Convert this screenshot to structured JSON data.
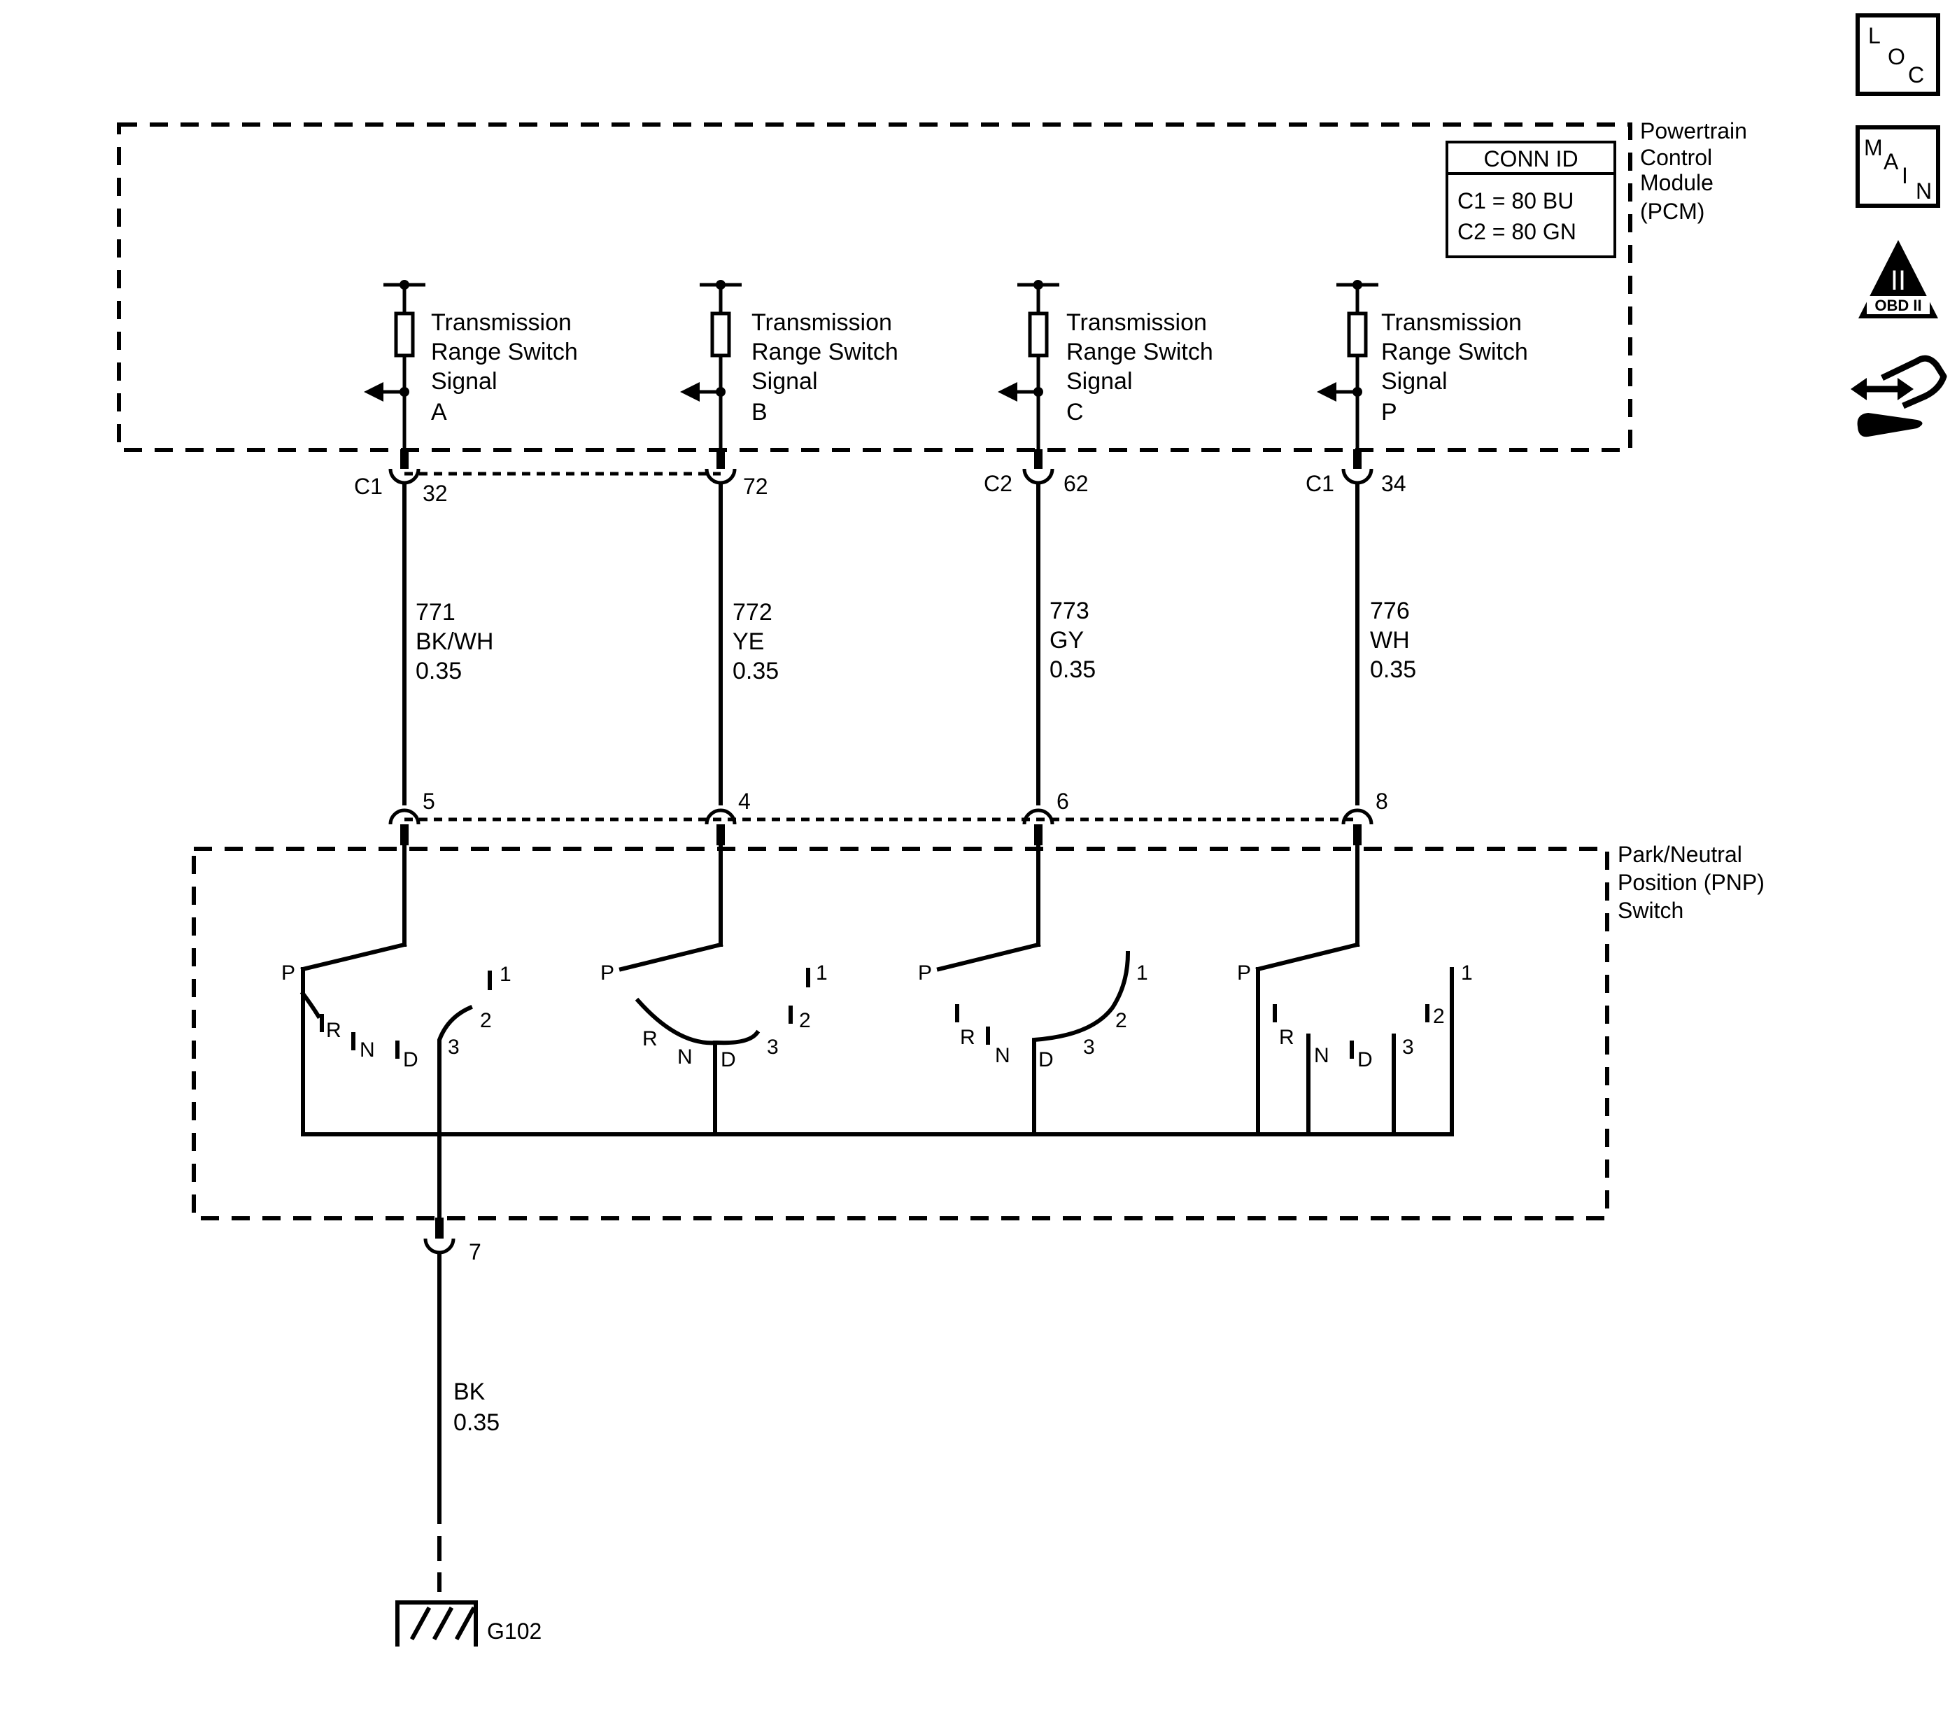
{
  "pcm": {
    "name_lines": [
      "Powertrain",
      "Control",
      "Module",
      "(PCM)"
    ],
    "conn_id": {
      "title": "CONN ID",
      "c1": "C1 = 80 BU",
      "c2": "C2 = 80 GN"
    }
  },
  "pnp": {
    "name_lines": [
      "Park/Neutral",
      "Position (PNP)",
      "Switch"
    ]
  },
  "circuits": [
    {
      "signal": [
        "Transmission",
        "Range Switch",
        "Signal",
        "A"
      ],
      "connector": "C1",
      "pcm_pin": "32",
      "circuit": "771",
      "color": "BK/WH",
      "gauge": "0.35",
      "pnp_pin": "5"
    },
    {
      "signal": [
        "Transmission",
        "Range Switch",
        "Signal",
        "B"
      ],
      "connector": "",
      "pcm_pin": "72",
      "circuit": "772",
      "color": "YE",
      "gauge": "0.35",
      "pnp_pin": "4"
    },
    {
      "signal": [
        "Transmission",
        "Range Switch",
        "Signal",
        "C"
      ],
      "connector": "C2",
      "pcm_pin": "62",
      "circuit": "773",
      "color": "GY",
      "gauge": "0.35",
      "pnp_pin": "6"
    },
    {
      "signal": [
        "Transmission",
        "Range Switch",
        "Signal",
        "P"
      ],
      "connector": "C1",
      "pcm_pin": "34",
      "circuit": "776",
      "color": "WH",
      "gauge": "0.35",
      "pnp_pin": "8"
    }
  ],
  "switch_positions": {
    "p": "P",
    "r": "R",
    "n": "N",
    "d": "D",
    "three": "3",
    "two": "2",
    "one": "1"
  },
  "ground": {
    "pin": "7",
    "color": "BK",
    "gauge": "0.35",
    "id": "G102"
  },
  "icons": [
    {
      "name": "loc-icon",
      "letters": [
        "L",
        "O",
        "C"
      ]
    },
    {
      "name": "main-icon",
      "letters": [
        "M",
        "A",
        "I",
        "N"
      ]
    },
    {
      "name": "obd-ii-icon",
      "letters": [
        "II",
        "OBD II"
      ]
    },
    {
      "name": "diagnostic-tool-icon"
    }
  ]
}
